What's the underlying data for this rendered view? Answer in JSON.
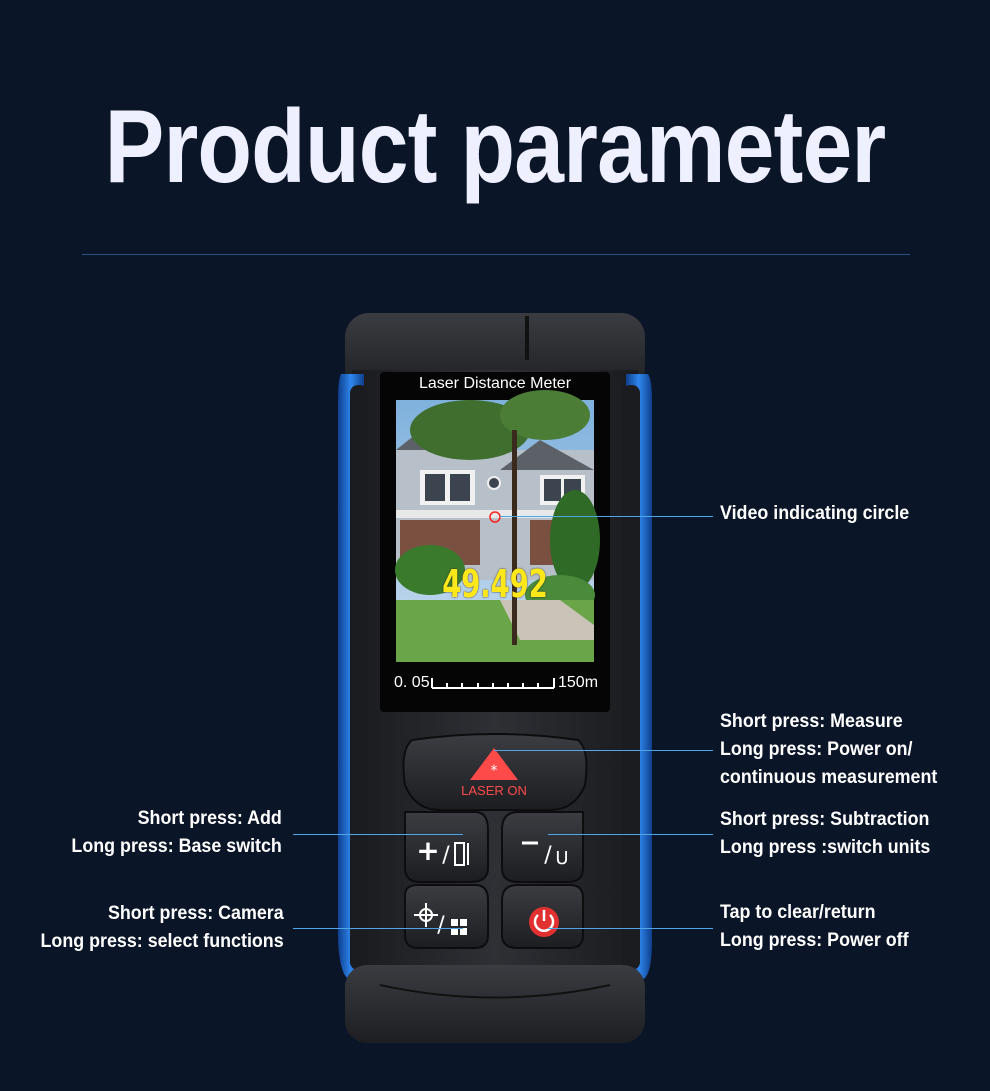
{
  "page": {
    "title": "Product parameter"
  },
  "screen": {
    "title": "Laser Distance Meter",
    "reading": "49.492",
    "range_min": "0. 05",
    "range_max": "150m"
  },
  "buttons": {
    "laser_label": "LASER ON"
  },
  "callouts": {
    "video": [
      "Video indicating circle"
    ],
    "measure": [
      "Short press: Measure",
      "Long press: Power on/",
      "continuous measurement"
    ],
    "add": [
      "Short press: Add",
      "Long press: Base switch"
    ],
    "subtract": [
      "Short press: Subtraction",
      "Long press :switch units"
    ],
    "camera": [
      "Short press: Camera",
      "Long press: select functions"
    ],
    "power": [
      "Tap to clear/return",
      "Long press: Power off"
    ]
  },
  "colors": {
    "background": "#0b1528",
    "accent_line": "#4ea6e8",
    "device_blue": "#1e6fd6",
    "reading": "#ffe81a",
    "laser_red": "#ff4a4a"
  }
}
